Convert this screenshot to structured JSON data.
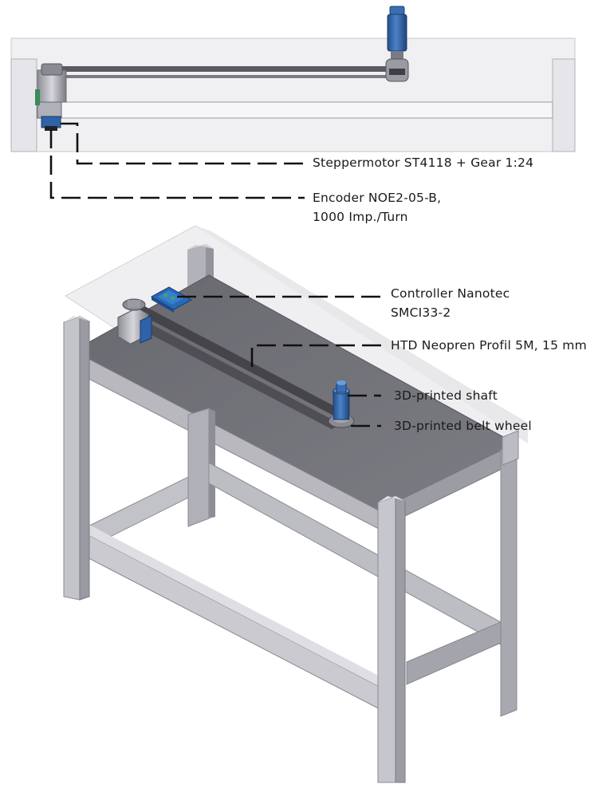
{
  "labels": {
    "stepper": "Steppermotor ST4118 + Gear 1:24",
    "encoder_line1": "Encoder NOE2-05-B,",
    "encoder_line2": "1000 Imp./Turn",
    "controller_line1": "Controller Nanotec",
    "controller_line2": "SMCI33-2",
    "belt": "HTD Neopren Profil 5M, 15 mm",
    "shaft": "3D-printed shaft",
    "wheel": "3D-printed belt wheel"
  },
  "colors": {
    "frame_front": "#c4c4cc",
    "frame_side": "#a6a6b0",
    "frame_top": "#dcdce2",
    "tabletop": "#6f6f76",
    "tabletop_front": "#b4b4ba",
    "glass": "#ececee",
    "belt": "#4a4a50",
    "blue_part": "#2f62a8",
    "leader": "#111111"
  }
}
